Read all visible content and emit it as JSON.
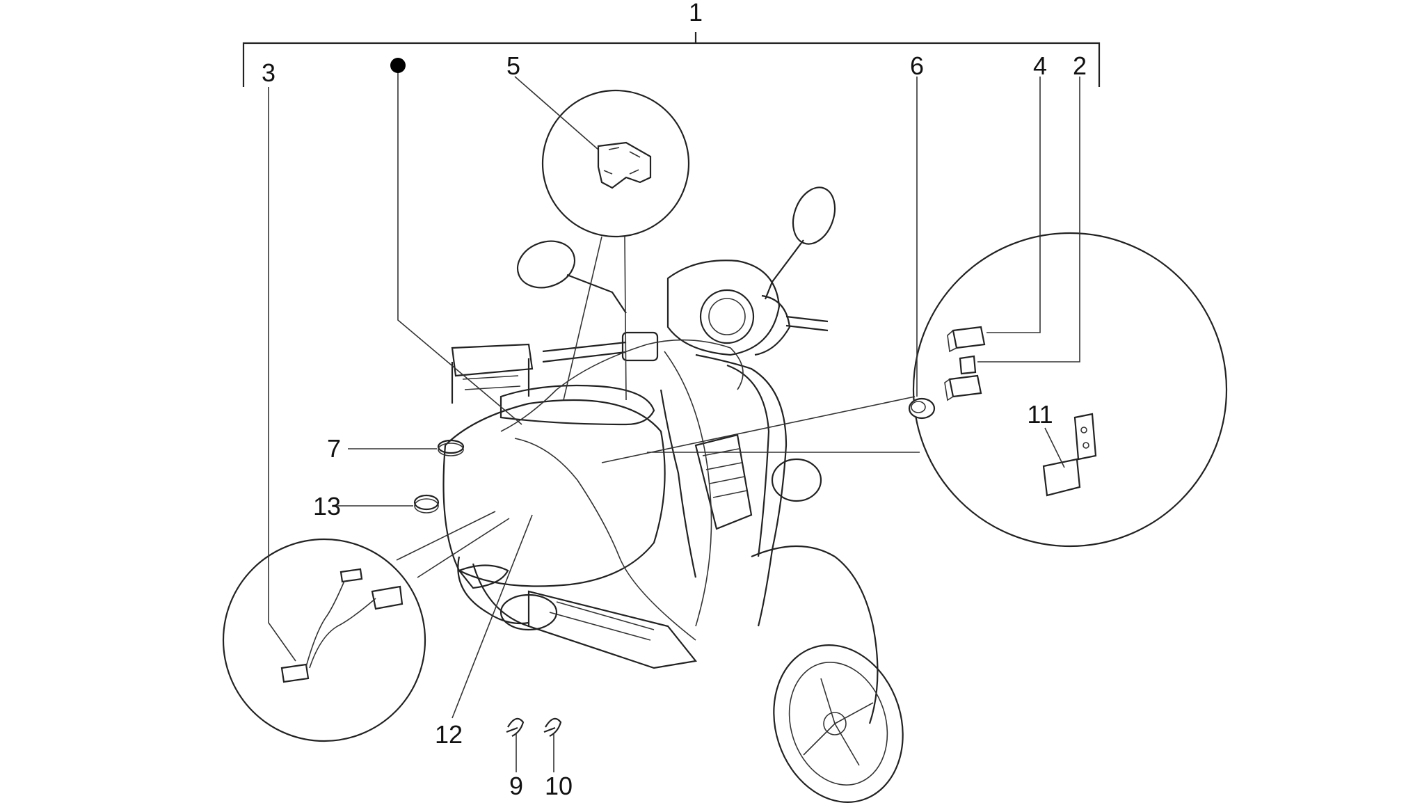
{
  "callouts": {
    "c1": "1",
    "c2": "2",
    "c3": "3",
    "c4": "4",
    "c5": "5",
    "c6": "6",
    "c7": "7",
    "c9": "9",
    "c10": "10",
    "c11": "11",
    "c12": "12",
    "c13": "13"
  }
}
